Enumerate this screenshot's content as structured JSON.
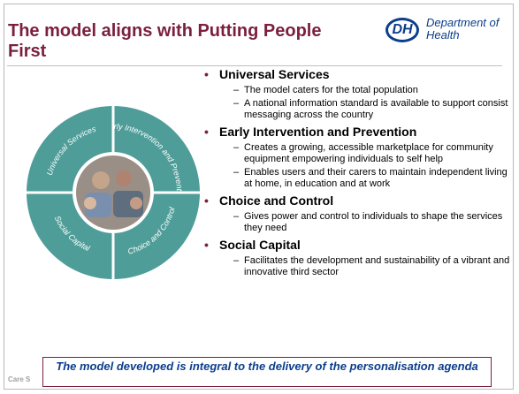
{
  "slide": {
    "title": "The model aligns with Putting People First",
    "logo": {
      "badge": "DH",
      "text": "Department of Health"
    },
    "diagram": {
      "segments": [
        "Universal Services",
        "Early Intervention and Prevention",
        "Social Capital",
        "Choice and Control"
      ],
      "ring_color": "#4e9d98",
      "ring_color_light": "#5fb0aa"
    },
    "bullets": [
      {
        "heading": "Universal Services",
        "items": [
          "The model caters for the total population",
          "A national information standard is available to support consist messaging across the country"
        ]
      },
      {
        "heading": "Early Intervention and Prevention",
        "items": [
          "Creates a growing, accessible marketplace for community equipment empowering individuals to self help",
          "Enables users and their carers to maintain independent living at home, in education and at work"
        ]
      },
      {
        "heading": "Choice and Control",
        "items": [
          "Gives power and control to individuals to shape the services they need"
        ]
      },
      {
        "heading": "Social Capital",
        "items": [
          "Facilitates the development and sustainability of a vibrant and innovative third sector"
        ]
      }
    ],
    "callout": "The model developed is integral to the delivery of the personalisation agenda",
    "footer": "Care S",
    "colors": {
      "title": "#7b1f3f",
      "accent": "#0b3e8c"
    }
  }
}
